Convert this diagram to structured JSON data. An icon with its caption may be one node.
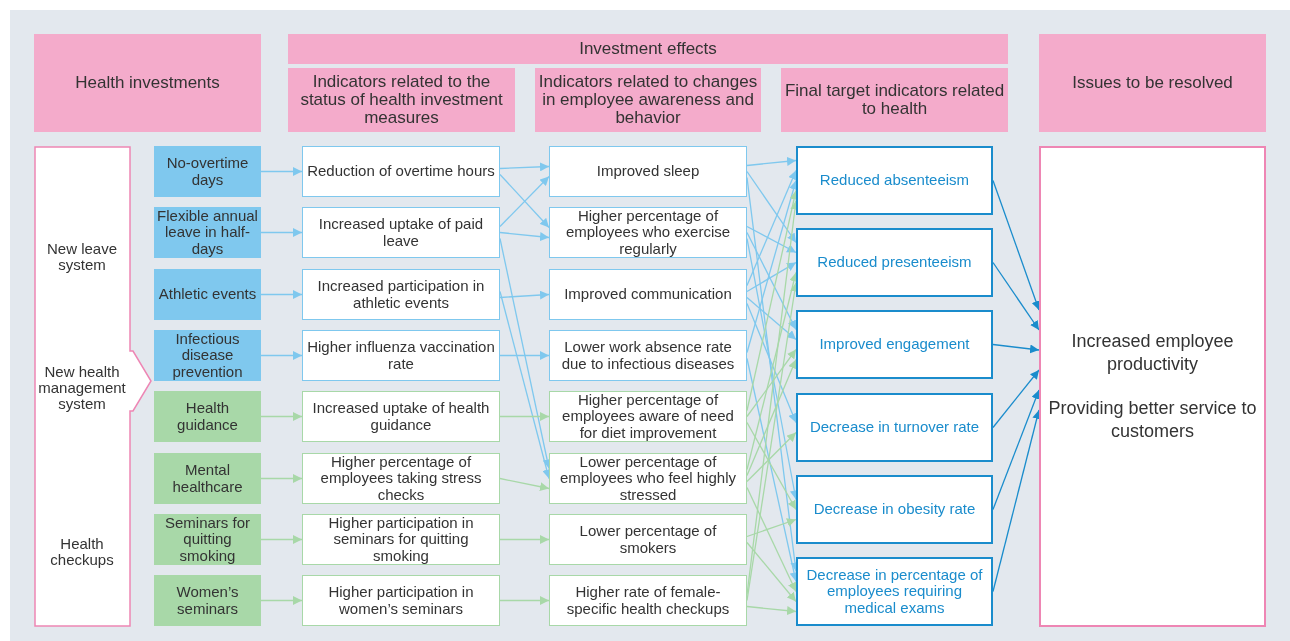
{
  "diagram": {
    "nodes": [
      {
        "text": [
          "Health investments"
        ]
      },
      {
        "text": [
          "Investment effects"
        ]
      },
      {
        "text": [
          "Indicators related to the status of health investment measures"
        ]
      },
      {
        "text": [
          "Indicators related to changes in employee awareness and behavior"
        ]
      },
      {
        "text": [
          "Final target indicators related to health"
        ]
      },
      {
        "text": [
          "Issues to be resolved"
        ]
      },
      {
        "text": [
          "New leave system",
          "New health management system",
          "Health checkups"
        ]
      },
      {
        "text": [
          "No-overtime days"
        ]
      },
      {
        "text": [
          "Flexible annual leave in half-days"
        ]
      },
      {
        "text": [
          "Athletic events"
        ]
      },
      {
        "text": [
          "Infectious disease prevention"
        ]
      },
      {
        "text": [
          "Health guidance"
        ]
      },
      {
        "text": [
          "Mental healthcare"
        ]
      },
      {
        "text": [
          "Seminars for quitting smoking"
        ]
      },
      {
        "text": [
          "Women’s seminars"
        ]
      },
      {
        "text": [
          "Reduction of overtime hours"
        ]
      },
      {
        "text": [
          "Increased uptake of paid leave"
        ]
      },
      {
        "text": [
          "Increased participation in athletic events"
        ]
      },
      {
        "text": [
          "Higher influenza vaccination rate"
        ]
      },
      {
        "text": [
          "Increased uptake of health guidance"
        ]
      },
      {
        "text": [
          "Higher percentage of employees taking stress checks"
        ]
      },
      {
        "text": [
          "Higher participation in seminars for quitting smoking"
        ]
      },
      {
        "text": [
          "Higher participation in women’s seminars"
        ]
      },
      {
        "text": [
          "Improved sleep"
        ]
      },
      {
        "text": [
          "Higher percentage of employees who exercise regularly"
        ]
      },
      {
        "text": [
          "Improved communication"
        ]
      },
      {
        "text": [
          "Lower work absence rate due to infectious diseases"
        ]
      },
      {
        "text": [
          "Higher percentage of employees aware of need for diet improvement"
        ]
      },
      {
        "text": [
          "Lower percentage of employees who feel highly stressed"
        ]
      },
      {
        "text": [
          "Lower percentage of smokers"
        ]
      },
      {
        "text": [
          "Higher rate of female-specific health checkups"
        ]
      },
      {
        "text": [
          "Reduced absenteeism"
        ]
      },
      {
        "text": [
          "Reduced presenteeism"
        ]
      },
      {
        "text": [
          "Improved engagement"
        ]
      },
      {
        "text": [
          "Decrease in turnover rate"
        ]
      },
      {
        "text": [
          "Decrease in obesity rate"
        ]
      },
      {
        "text": [
          "Decrease in percentage of employees requiring medical exams"
        ]
      },
      {
        "text": [
          "Increased employee productivity",
          "Providing better service to customers"
        ]
      }
    ],
    "edges": [
      {
        "from": 7,
        "to": 15,
        "arrow": "to"
      },
      {
        "from": 8,
        "to": 16,
        "arrow": "to"
      },
      {
        "from": 9,
        "to": 17,
        "arrow": "to"
      },
      {
        "from": 10,
        "to": 18,
        "arrow": "to"
      },
      {
        "from": 11,
        "to": 19,
        "arrow": "to",
        "color": "#a8d8a8"
      },
      {
        "from": 12,
        "to": 20,
        "arrow": "to",
        "color": "#a8d8a8"
      },
      {
        "from": 13,
        "to": 21,
        "arrow": "to",
        "color": "#a8d8a8"
      },
      {
        "from": 14,
        "to": 22,
        "arrow": "to",
        "color": "#a8d8a8"
      },
      {
        "from": 15,
        "to": 23,
        "arrow": "to"
      },
      {
        "from": 15,
        "to": 24,
        "arrow": "to"
      },
      {
        "from": 16,
        "to": 23,
        "arrow": "to"
      },
      {
        "from": 16,
        "to": 24,
        "arrow": "to"
      },
      {
        "from": 16,
        "to": 28,
        "arrow": "to"
      },
      {
        "from": 17,
        "to": 28,
        "arrow": "to"
      },
      {
        "from": 17,
        "to": 25,
        "arrow": "to"
      },
      {
        "from": 18,
        "to": 26,
        "arrow": "to"
      },
      {
        "from": 19,
        "to": 27,
        "arrow": "to",
        "color": "#a8d8a8"
      },
      {
        "from": 20,
        "to": 28,
        "arrow": "to",
        "color": "#a8d8a8"
      },
      {
        "from": 21,
        "to": 29,
        "arrow": "to",
        "color": "#a8d8a8"
      },
      {
        "from": 22,
        "to": 30,
        "arrow": "to",
        "color": "#a8d8a8"
      },
      {
        "from": 23,
        "to": 31,
        "arrow": "to"
      },
      {
        "from": 23,
        "to": 32,
        "arrow": "to"
      },
      {
        "from": 23,
        "to": 36,
        "arrow": "to"
      },
      {
        "from": 24,
        "to": 32,
        "arrow": "to"
      },
      {
        "from": 24,
        "to": 33,
        "arrow": "to"
      },
      {
        "from": 24,
        "to": 35,
        "arrow": "to"
      },
      {
        "from": 25,
        "to": 31,
        "arrow": "to"
      },
      {
        "from": 25,
        "to": 32,
        "arrow": "to"
      },
      {
        "from": 25,
        "to": 33,
        "arrow": "to"
      },
      {
        "from": 25,
        "to": 34,
        "arrow": "to"
      },
      {
        "from": 26,
        "to": 31,
        "arrow": "to"
      },
      {
        "from": 26,
        "to": 36,
        "arrow": "to"
      },
      {
        "from": 27,
        "to": 31,
        "arrow": "to",
        "color": "#a8d8a8"
      },
      {
        "from": 27,
        "to": 33,
        "arrow": "to",
        "color": "#a8d8a8"
      },
      {
        "from": 27,
        "to": 35,
        "arrow": "to",
        "color": "#a8d8a8"
      },
      {
        "from": 28,
        "to": 32,
        "arrow": "to",
        "color": "#a8d8a8"
      },
      {
        "from": 28,
        "to": 33,
        "arrow": "to",
        "color": "#a8d8a8"
      },
      {
        "from": 28,
        "to": 34,
        "arrow": "to",
        "color": "#a8d8a8"
      },
      {
        "from": 28,
        "to": 36,
        "arrow": "to",
        "color": "#a8d8a8"
      },
      {
        "from": 29,
        "to": 35,
        "arrow": "to",
        "color": "#a8d8a8"
      },
      {
        "from": 29,
        "to": 36,
        "arrow": "to",
        "color": "#a8d8a8"
      },
      {
        "from": 30,
        "to": 31,
        "arrow": "to",
        "color": "#a8d8a8"
      },
      {
        "from": 30,
        "to": 32,
        "arrow": "to",
        "color": "#a8d8a8"
      },
      {
        "from": 30,
        "to": 36,
        "arrow": "to",
        "color": "#a8d8a8"
      },
      {
        "from": 31,
        "to": 37,
        "arrow": "to",
        "color": "#1a8ccc"
      },
      {
        "from": 32,
        "to": 37,
        "arrow": "to",
        "color": "#1a8ccc"
      },
      {
        "from": 33,
        "to": 37,
        "arrow": "to",
        "color": "#1a8ccc"
      },
      {
        "from": 34,
        "to": 37,
        "arrow": "to",
        "color": "#1a8ccc"
      },
      {
        "from": 35,
        "to": 37,
        "arrow": "to",
        "color": "#1a8ccc"
      },
      {
        "from": 36,
        "to": 37,
        "arrow": "to",
        "color": "#1a8ccc"
      }
    ]
  }
}
